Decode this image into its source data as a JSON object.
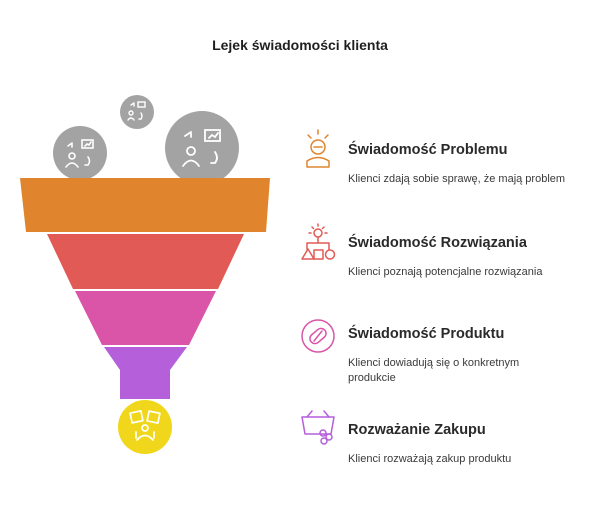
{
  "title": "Lejek świadomości klienta",
  "stages": [
    {
      "title": "Świadomość Problemu",
      "description": "Klienci zdają sobie sprawę, że mają problem",
      "color": "#E0852E"
    },
    {
      "title": "Świadomość Rozwiązania",
      "description": "Klienci poznają potencjalne rozwiązania",
      "color": "#E25A55"
    },
    {
      "title": "Świadomość Produktu",
      "description": "Klienci dowiadują się o konkretnym produkcie",
      "color": "#DA55A8"
    },
    {
      "title": "Rozważanie Zakupu",
      "description": "Klienci rozważają zakup produktu",
      "color": "#B55FDB"
    }
  ],
  "colors": {
    "bubble": "#A3A3A3",
    "output": "#F1D71B",
    "text": "#2a2a2a"
  },
  "icons": {
    "bubbles": "customer-journey-icon",
    "output": "customers-icon",
    "stages": [
      "lightbulb-person-icon",
      "solution-shapes-icon",
      "pill-icon",
      "shopping-basket-icon"
    ]
  }
}
